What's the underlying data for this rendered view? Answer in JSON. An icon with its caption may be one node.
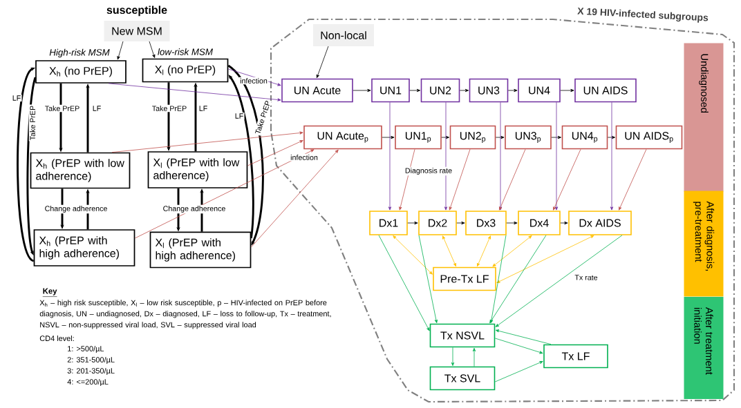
{
  "diagram": {
    "nodes": [
      {
        "text": [
          "susceptible",
          "New MSM"
        ]
      },
      {
        "text": [
          "X$_{h}$ (no PrEP)"
        ],
        "beside": [
          "High-risk MSM"
        ]
      },
      {
        "text": [
          "X$_{l}$ (no PrEP)"
        ],
        "beside": [
          "low-risk MSM"
        ]
      },
      {
        "text": [
          "X$_{h}$ (PrEP with low adherence)"
        ]
      },
      {
        "text": [
          "X$_{l}$ (PrEP with low adherence)"
        ]
      },
      {
        "text": [
          "X$_{h}$ (PrEP with high adherence)"
        ]
      },
      {
        "text": [
          "X$_{l}$ (PrEP with high adherence)"
        ]
      },
      {
        "text": [
          "Non-local"
        ]
      },
      {
        "text": [
          "UN Acute"
        ]
      },
      {
        "text": [
          "UN1"
        ]
      },
      {
        "text": [
          "UN2"
        ]
      },
      {
        "text": [
          "UN3"
        ]
      },
      {
        "text": [
          "UN4"
        ]
      },
      {
        "text": [
          "UN AIDS"
        ]
      },
      {
        "text": [
          "UN Acute$_{p}$"
        ]
      },
      {
        "text": [
          "UN1$_{p}$"
        ]
      },
      {
        "text": [
          "UN2$_{p}$"
        ]
      },
      {
        "text": [
          "UN3$_{p}$"
        ]
      },
      {
        "text": [
          "UN4$_{p}$"
        ]
      },
      {
        "text": [
          "UN AIDS$_{p}$"
        ]
      },
      {
        "text": [
          "Dx1"
        ]
      },
      {
        "text": [
          "Dx2"
        ]
      },
      {
        "text": [
          "Dx3"
        ]
      },
      {
        "text": [
          "Dx4"
        ]
      },
      {
        "text": [
          "Dx AIDS"
        ]
      },
      {
        "text": [
          "Pre-Tx LF"
        ]
      },
      {
        "text": [
          "Tx NSVL"
        ]
      },
      {
        "text": [
          "Tx LF"
        ]
      },
      {
        "text": [
          "Tx SVL"
        ]
      },
      {
        "text": [
          "Undiagnosed"
        ]
      },
      {
        "text": [
          "After diagnosis, pre-treatment"
        ]
      },
      {
        "text": [
          "After treatment initiation"
        ]
      }
    ],
    "edges": [
      {
        "from": 0,
        "to": 1,
        "arrow": "to"
      },
      {
        "from": 0,
        "to": 2,
        "arrow": "to"
      },
      {
        "from": 1,
        "to": 3,
        "arrow": "to",
        "style": "thick",
        "label": "Take PrEP"
      },
      {
        "from": 3,
        "to": 1,
        "arrow": "to",
        "style": "thick",
        "label": "LF"
      },
      {
        "from": 3,
        "to": 5,
        "arrow": "to",
        "style": "thick",
        "label": "Change adherence"
      },
      {
        "from": 5,
        "to": 3,
        "arrow": "to",
        "style": "thick"
      },
      {
        "from": 2,
        "to": 4,
        "arrow": "to",
        "style": "thick",
        "label": "Take PrEP"
      },
      {
        "from": 4,
        "to": 2,
        "arrow": "to",
        "style": "thick",
        "label": "LF"
      },
      {
        "from": 4,
        "to": 6,
        "arrow": "to",
        "style": "thick",
        "label": "Change adherence"
      },
      {
        "from": 6,
        "to": 4,
        "arrow": "to",
        "style": "thick"
      },
      {
        "from": 5,
        "to": 1,
        "arrow": "to",
        "style": "thick",
        "label": "LF"
      },
      {
        "from": 1,
        "to": 5,
        "arrow": "to",
        "style": "thick",
        "label": "Take PrEP"
      },
      {
        "from": 6,
        "to": 2,
        "arrow": "to",
        "style": "thick",
        "label": "LF"
      },
      {
        "from": 2,
        "to": 6,
        "arrow": "to",
        "style": "thick",
        "label": "Take PrEP"
      },
      {
        "from": 2,
        "to": 8,
        "arrow": "to",
        "color": "#7030a0",
        "label": "infection"
      },
      {
        "from": 1,
        "to": 8,
        "arrow": "to",
        "color": "#7030a0"
      },
      {
        "from": 3,
        "to": 14,
        "arrow": "to",
        "color": "#c0504d"
      },
      {
        "from": 4,
        "to": 14,
        "arrow": "to",
        "color": "#c0504d",
        "label": "infection"
      },
      {
        "from": 5,
        "to": 14,
        "arrow": "to",
        "color": "#c0504d"
      },
      {
        "from": 6,
        "to": 14,
        "arrow": "to",
        "color": "#c0504d"
      },
      {
        "from": 7,
        "to": 8,
        "arrow": "to"
      },
      {
        "from": 8,
        "to": 9,
        "arrow": "to"
      },
      {
        "from": 9,
        "to": 10,
        "arrow": "to"
      },
      {
        "from": 10,
        "to": 11,
        "arrow": "to"
      },
      {
        "from": 11,
        "to": 12,
        "arrow": "to"
      },
      {
        "from": 12,
        "to": 13,
        "arrow": "to"
      },
      {
        "from": 14,
        "to": 15,
        "arrow": "to"
      },
      {
        "from": 15,
        "to": 16,
        "arrow": "to"
      },
      {
        "from": 16,
        "to": 17,
        "arrow": "to"
      },
      {
        "from": 17,
        "to": 18,
        "arrow": "to"
      },
      {
        "from": 18,
        "to": 19,
        "arrow": "to"
      },
      {
        "from": 9,
        "to": 20,
        "arrow": "to",
        "color": "#7030a0"
      },
      {
        "from": 10,
        "to": 21,
        "arrow": "to",
        "color": "#7030a0"
      },
      {
        "from": 11,
        "to": 22,
        "arrow": "to",
        "color": "#7030a0"
      },
      {
        "from": 12,
        "to": 23,
        "arrow": "to",
        "color": "#7030a0"
      },
      {
        "from": 13,
        "to": 24,
        "arrow": "to",
        "color": "#7030a0"
      },
      {
        "from": 15,
        "to": 20,
        "arrow": "to",
        "color": "#c0504d",
        "label": "Diagnosis rate"
      },
      {
        "from": 16,
        "to": 21,
        "arrow": "to",
        "color": "#c0504d"
      },
      {
        "from": 17,
        "to": 22,
        "arrow": "to",
        "color": "#c0504d"
      },
      {
        "from": 18,
        "to": 23,
        "arrow": "to",
        "color": "#c0504d"
      },
      {
        "from": 19,
        "to": 24,
        "arrow": "to",
        "color": "#c0504d"
      },
      {
        "from": 20,
        "to": 21,
        "arrow": "to"
      },
      {
        "from": 21,
        "to": 22,
        "arrow": "to"
      },
      {
        "from": 22,
        "to": 23,
        "arrow": "to"
      },
      {
        "from": 23,
        "to": 24,
        "arrow": "to"
      },
      {
        "from": 20,
        "to": 25,
        "arrow": "both",
        "color": "#ffc000"
      },
      {
        "from": 21,
        "to": 25,
        "arrow": "both",
        "color": "#ffc000"
      },
      {
        "from": 22,
        "to": 25,
        "arrow": "both",
        "color": "#ffc000"
      },
      {
        "from": 23,
        "to": 25,
        "arrow": "both",
        "color": "#ffc000"
      },
      {
        "from": 24,
        "to": 25,
        "arrow": "both",
        "color": "#ffc000"
      },
      {
        "from": 20,
        "to": 26,
        "arrow": "to",
        "color": "#00b050"
      },
      {
        "from": 21,
        "to": 26,
        "arrow": "to",
        "color": "#00b050"
      },
      {
        "from": 22,
        "to": 26,
        "arrow": "to",
        "color": "#00b050"
      },
      {
        "from": 23,
        "to": 26,
        "arrow": "to",
        "color": "#00b050"
      },
      {
        "from": 24,
        "to": 26,
        "arrow": "to",
        "color": "#00b050",
        "label": "Tx rate"
      },
      {
        "from": 26,
        "to": 28,
        "arrow": "to",
        "color": "#00b050"
      },
      {
        "from": 28,
        "to": 26,
        "arrow": "to",
        "color": "#00b050"
      },
      {
        "from": 26,
        "to": 27,
        "arrow": "to",
        "color": "#00b050"
      },
      {
        "from": 27,
        "to": 26,
        "arrow": "to",
        "color": "#00b050"
      },
      {
        "from": 28,
        "to": 27,
        "arrow": "to",
        "color": "#00b050"
      }
    ],
    "labels": [
      "X 19 HIV-infected subgroups",
      "Key",
      "X$_{h}$ – high risk susceptible, X$_{l}$ – low risk susceptible, p – HIV-infected on PrEP before diagnosis, UN – undiagnosed, Dx – diagnosed, LF – loss to follow-up, Tx – treatment, NSVL – non-suppressed viral load, SVL – suppressed viral load",
      "CD4 level:",
      "1: >500/µL",
      "2: 351-500/µL",
      "3: 201-350/µL",
      "4: <=200/µL"
    ]
  }
}
